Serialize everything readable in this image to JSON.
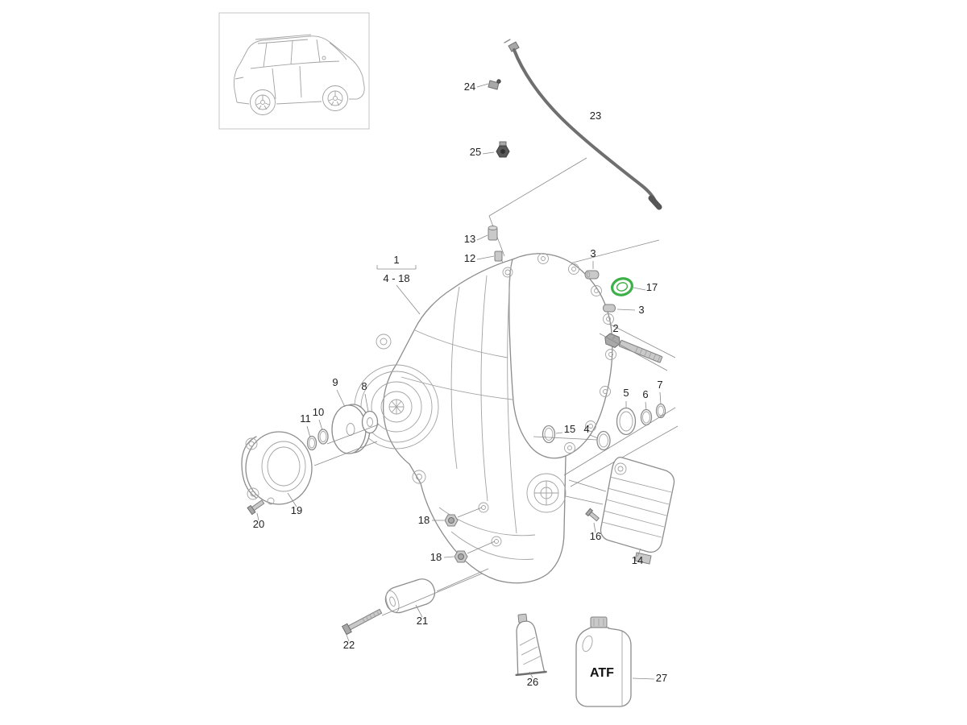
{
  "diagram": {
    "callouts": [
      {
        "label": "24"
      },
      {
        "label": "23"
      },
      {
        "label": "25"
      },
      {
        "label": "13"
      },
      {
        "label": "12"
      },
      {
        "label": "1"
      },
      {
        "label": "4 - 18"
      },
      {
        "label": "3"
      },
      {
        "label": "17"
      },
      {
        "label": "3"
      },
      {
        "label": "2"
      },
      {
        "label": "9"
      },
      {
        "label": "8"
      },
      {
        "label": "11"
      },
      {
        "label": "10"
      },
      {
        "label": "15"
      },
      {
        "label": "4"
      },
      {
        "label": "5"
      },
      {
        "label": "6"
      },
      {
        "label": "7"
      },
      {
        "label": "19"
      },
      {
        "label": "20"
      },
      {
        "label": "18"
      },
      {
        "label": "16"
      },
      {
        "label": "18"
      },
      {
        "label": "14"
      },
      {
        "label": "21"
      },
      {
        "label": "22"
      },
      {
        "label": "26"
      },
      {
        "label": "27"
      }
    ],
    "bottle_label": "ATF",
    "highlight_color": "#3eb049",
    "ink_color": "#8c8c8c"
  }
}
